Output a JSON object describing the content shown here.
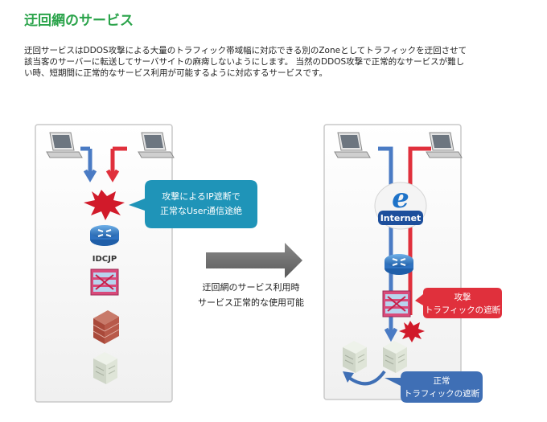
{
  "page": {
    "title": "迂回網のサービス",
    "description_lines": [
      "迂回サービスはDDOS攻撃による大量のトラフィック帯域幅に対応できる別のZoneとしてトラフィックを迂回させて",
      "該当客のサーバーに転送してサーバサイトの麻痺しないようにします。 当然のDDOS攻撃で正常的なサービスが難し",
      "い時、短期間に正常的なサービス利用が可能するように対応するサービスです。"
    ]
  },
  "left_panel": {
    "callout_lines": [
      "攻撃によるIP遮断で",
      "正常なUser通信途絶"
    ],
    "router_label": "IDCJP"
  },
  "center": {
    "caption_lines": [
      "迂回網のサービス利用時",
      "サービス正常的な使用可能"
    ]
  },
  "right_panel": {
    "internet_label": "Internet",
    "attack_callout_lines": [
      "攻撃",
      "トラフィックの遮断"
    ],
    "normal_callout_lines": [
      "正常",
      "トラフィックの遮断"
    ]
  },
  "colors": {
    "title_green": "#2aa34a",
    "normal_blue": "#4a7bc4",
    "attack_red": "#e0303c",
    "callout_teal": "#1f94b8",
    "callout_red": "#e0303c",
    "callout_blue": "#3f6fb5"
  }
}
